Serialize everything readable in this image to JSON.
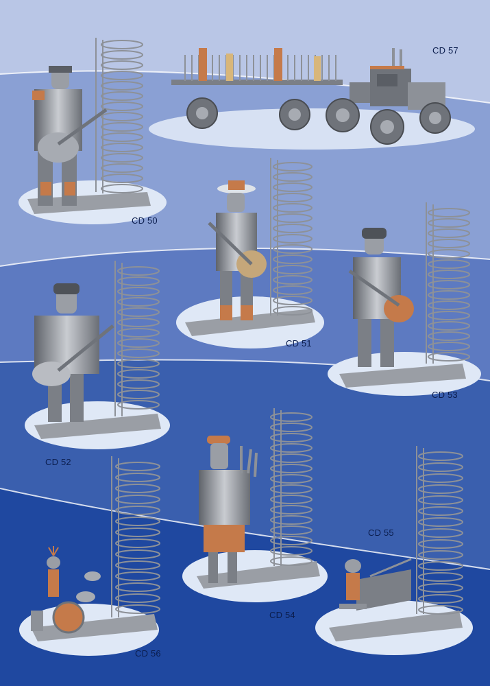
{
  "colors": {
    "band_1": "#b9c6e6",
    "band_2": "#8aa0d4",
    "band_3": "#5d7ac1",
    "band_4": "#3a5fae",
    "band_5": "#1f48a0",
    "label_text": "#0b1d4d",
    "platform": "#dfe8f6",
    "metal": "#8d9198",
    "copper": "#c57a4a"
  },
  "products": [
    {
      "code": "CD 57",
      "subject": "truck"
    },
    {
      "code": "CD 50",
      "subject": "guitarist"
    },
    {
      "code": "CD 51",
      "subject": "guitarist-with-hat"
    },
    {
      "code": "CD 53",
      "subject": "guitarist"
    },
    {
      "code": "CD 52",
      "subject": "guitarist"
    },
    {
      "code": "CD 54",
      "subject": "bagpiper"
    },
    {
      "code": "CD 55",
      "subject": "pianist"
    },
    {
      "code": "CD 56",
      "subject": "drummer"
    }
  ]
}
